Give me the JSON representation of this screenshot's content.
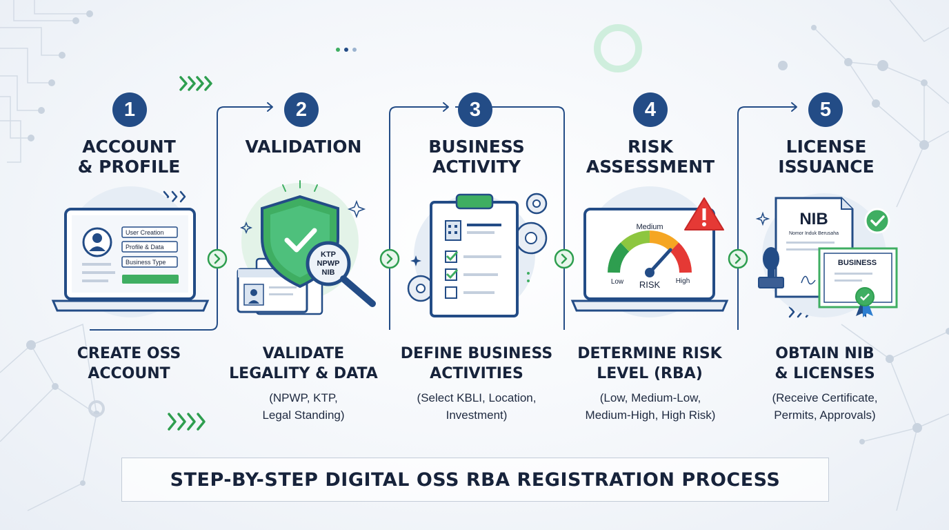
{
  "steps": [
    {
      "number": "1",
      "title_lines": [
        "ACCOUNT",
        "& PROFILE"
      ],
      "action_lines": [
        "CREATE OSS",
        "ACCOUNT"
      ],
      "detail_lines": [],
      "icon": "laptop-profile-icon",
      "form_fields": [
        "User Creation",
        "Profile & Data",
        "Business Type"
      ]
    },
    {
      "number": "2",
      "title_lines": [
        "VALIDATION"
      ],
      "action_lines": [
        "VALIDATE",
        "LEGALITY & DATA"
      ],
      "detail_lines": [
        "(NPWP, KTP,",
        "Legal Standing)"
      ],
      "icon": "shield-check-icon",
      "magnifier_lines": [
        "KTP",
        "NPWP",
        "NIB"
      ]
    },
    {
      "number": "3",
      "title_lines": [
        "BUSINESS",
        "ACTIVITY"
      ],
      "action_lines": [
        "DEFINE BUSINESS",
        "ACTIVITIES"
      ],
      "detail_lines": [
        "(Select KBLI, Location,",
        "Investment)"
      ],
      "icon": "clipboard-checklist-icon"
    },
    {
      "number": "4",
      "title_lines": [
        "RISK",
        "ASSESSMENT"
      ],
      "action_lines": [
        "DETERMINE RISK",
        "LEVEL (RBA)"
      ],
      "detail_lines": [
        "(Low, Medium-Low,",
        "Medium-High, High Risk)"
      ],
      "icon": "risk-gauge-icon",
      "gauge_labels": {
        "medium": "Medium",
        "low": "Low",
        "risk": "RISK",
        "high": "High"
      }
    },
    {
      "number": "5",
      "title_lines": [
        "LICENSE",
        "ISSUANCE"
      ],
      "action_lines": [
        "OBTAIN NIB",
        "& LICENSES"
      ],
      "detail_lines": [
        "(Receive Certificate,",
        "Permits, Approvals)"
      ],
      "icon": "certificate-stamp-icon",
      "document": {
        "code": "NIB",
        "name": "Nomor Induk Berusaha",
        "certificate": "BUSINESS"
      }
    }
  ],
  "footer": {
    "title": "STEP-BY-STEP DIGITAL OSS RBA REGISTRATION PROCESS"
  },
  "colors": {
    "navy": "#234c86",
    "green": "#3fae62",
    "dark_text": "#17233b",
    "warning_red": "#e53935",
    "gauge": [
      "#2e9e4f",
      "#8dc63f",
      "#f5a623",
      "#e53935"
    ]
  }
}
